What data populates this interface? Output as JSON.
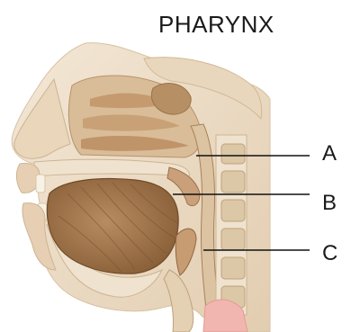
{
  "diagram": {
    "title": "PHARYNX",
    "labels": [
      {
        "key": "A",
        "text": "A"
      },
      {
        "key": "B",
        "text": "B"
      },
      {
        "key": "C",
        "text": "C"
      }
    ]
  },
  "colors": {
    "tissue_light": "#ecdcc4",
    "tissue_mid": "#cfae86",
    "tissue_dark": "#a27a52",
    "bone": "#efe3cf",
    "tongue": "#a77a52",
    "pink": "#f2b6b0",
    "line": "#111111"
  }
}
